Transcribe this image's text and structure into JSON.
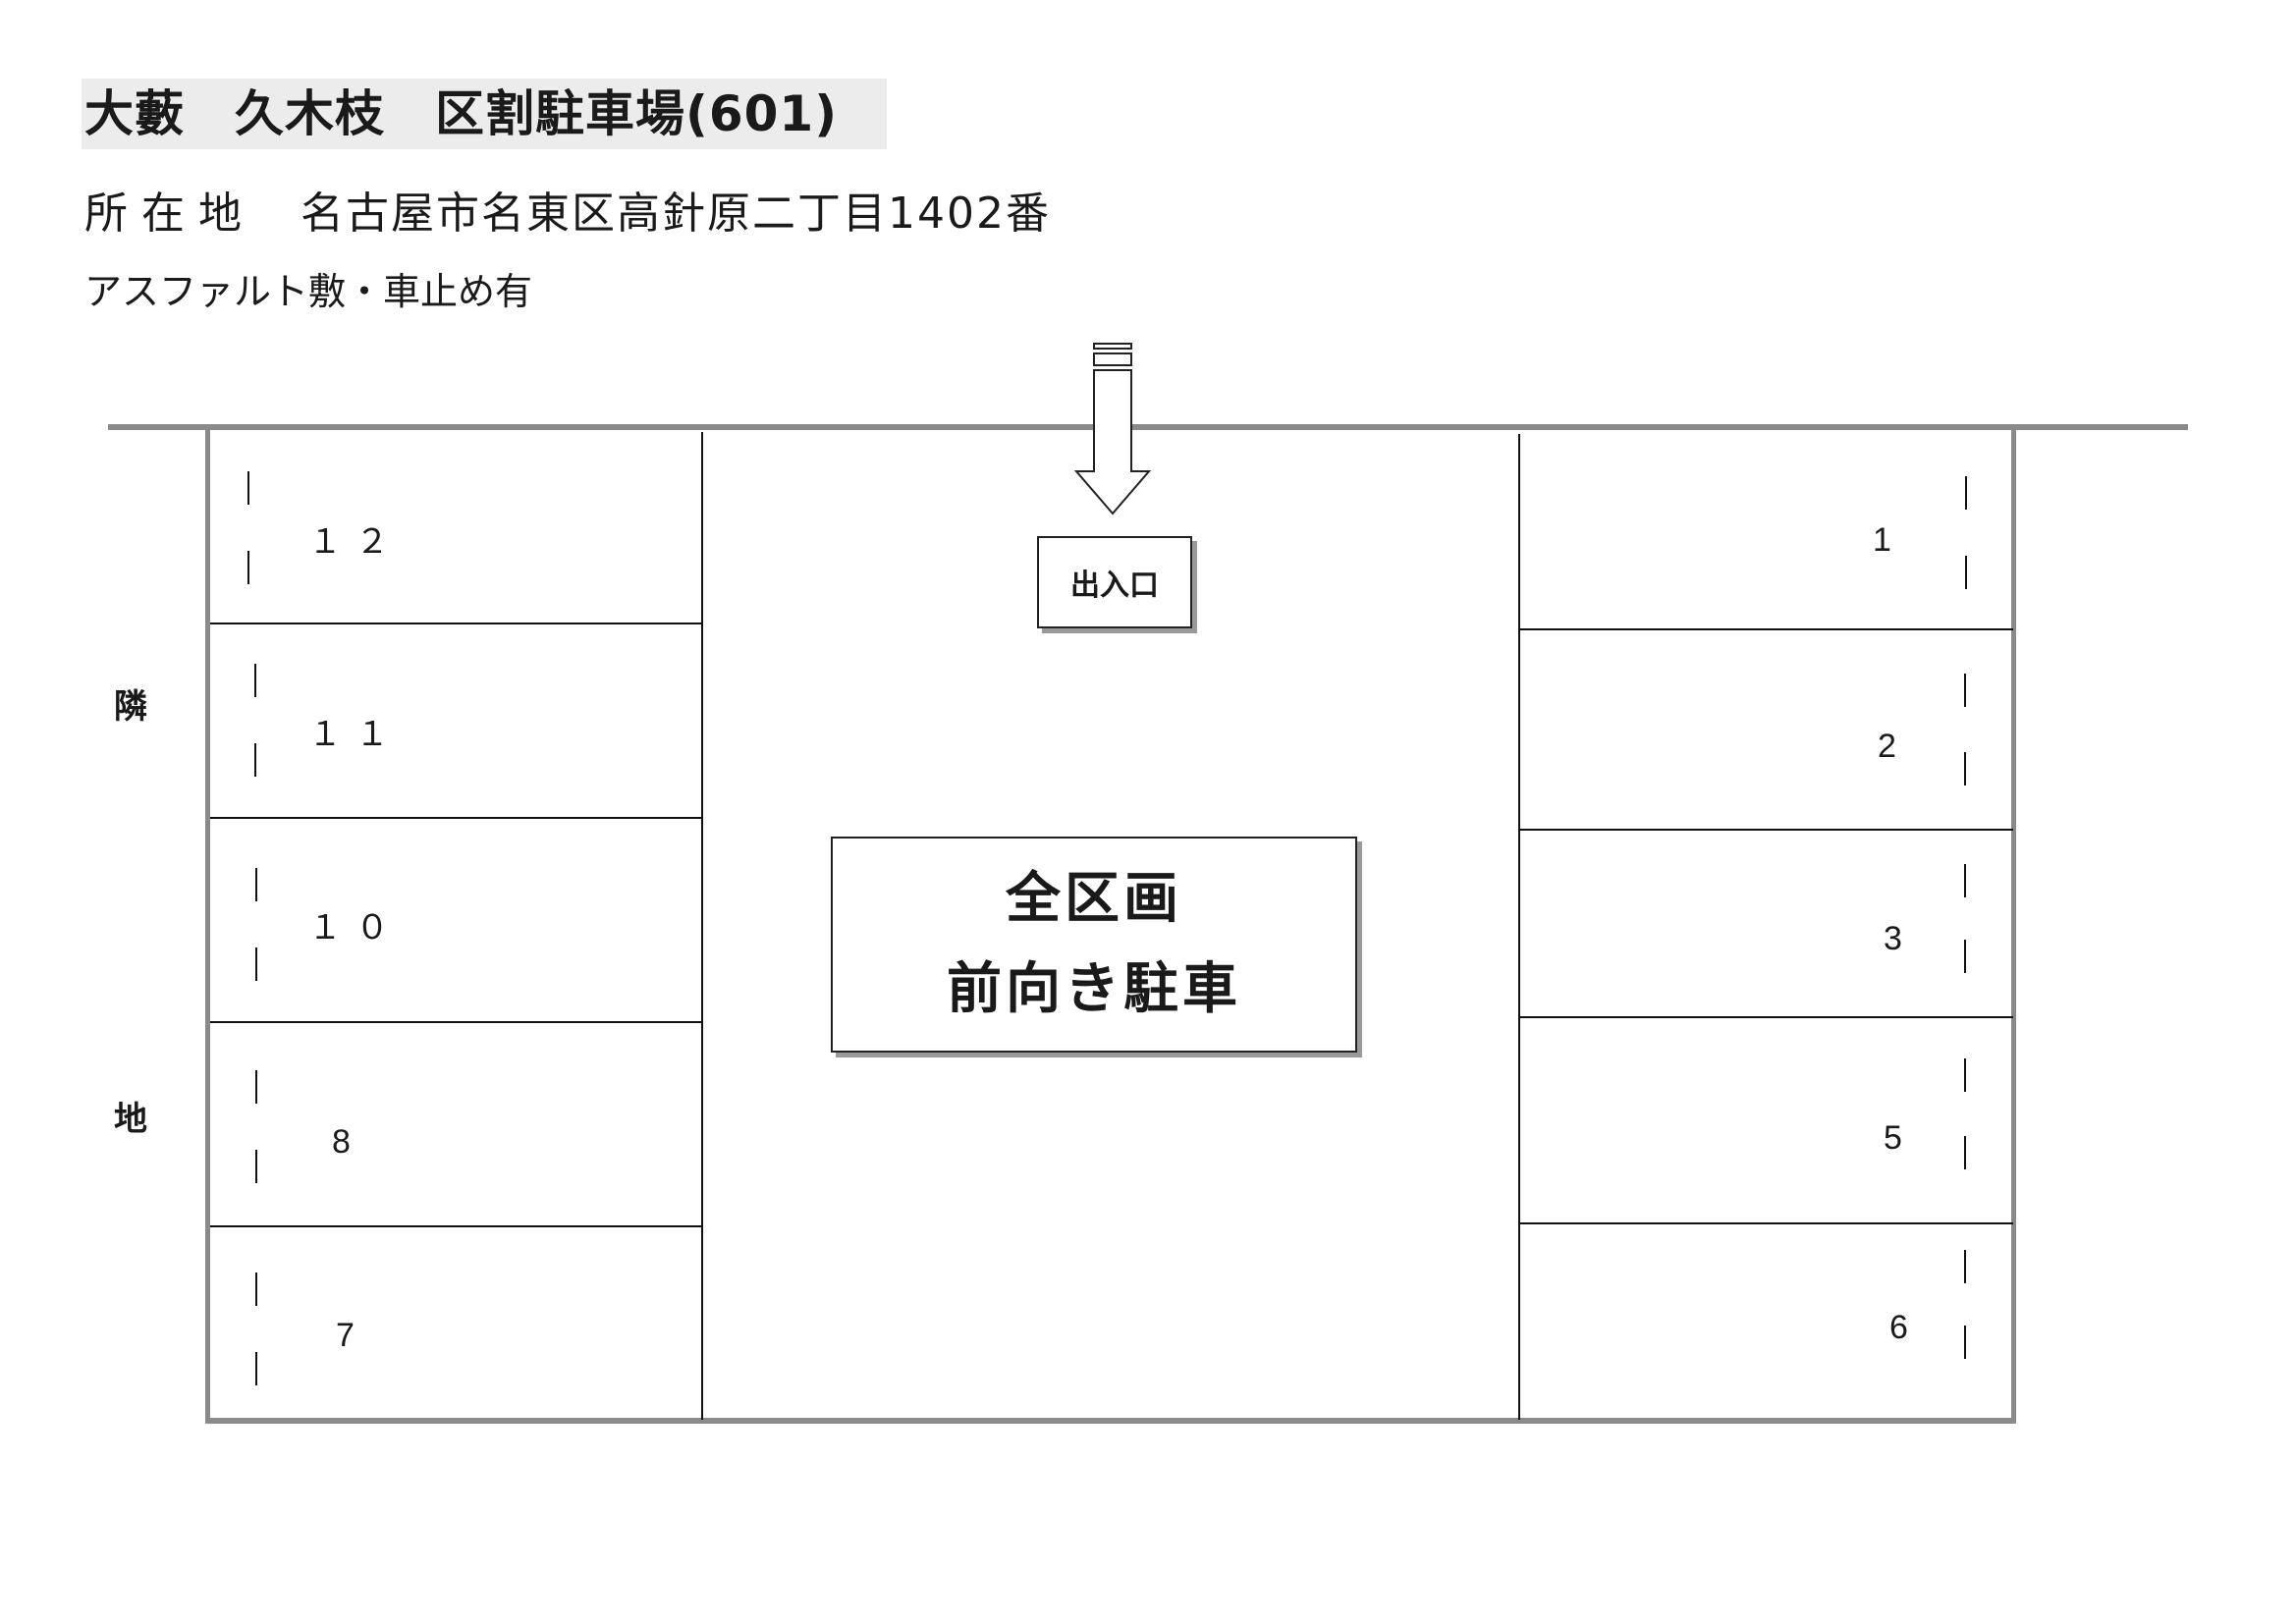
{
  "header": {
    "title": "大藪　久木枝　区割駐車場(601)",
    "address_label": "所在地",
    "address_value": "名古屋市名東区高針原二丁目1402番",
    "surface_note": "アスファルト敷・車止め有"
  },
  "map": {
    "neighbor_label_top": "隣",
    "neighbor_label_bottom": "地",
    "entrance_label": "出入口",
    "entrance_icon": "down-arrow-icon",
    "notice_line1": "全区画",
    "notice_line2": "前向き駐車",
    "left_spaces": [
      {
        "number": "１２"
      },
      {
        "number": "１１"
      },
      {
        "number": "１０"
      },
      {
        "number": "8"
      },
      {
        "number": "7"
      }
    ],
    "right_spaces": [
      {
        "number": "1"
      },
      {
        "number": "2"
      },
      {
        "number": "3"
      },
      {
        "number": "5"
      },
      {
        "number": "6"
      }
    ]
  }
}
